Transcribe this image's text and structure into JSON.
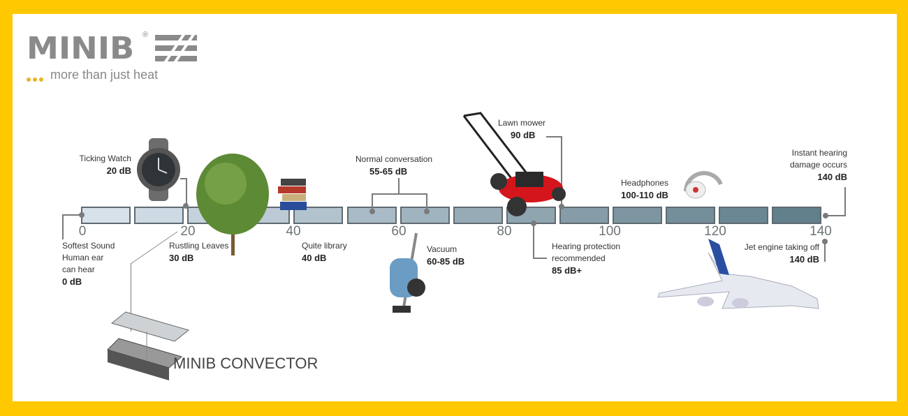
{
  "brand": {
    "name": "MINIB",
    "registered": "®",
    "tagline": "more than just heat"
  },
  "scale": {
    "ticks": [
      "0",
      "20",
      "40",
      "60",
      "80",
      "100",
      "120",
      "140"
    ],
    "segments": 14,
    "min_db": 0,
    "max_db": 140
  },
  "colors": {
    "frame": "#FFC800",
    "segment_light": "#d6e1ea",
    "segment_dark": "#627f8c"
  },
  "annotations": {
    "softest": {
      "title": "Softest Sound",
      "line2": "Human ear",
      "line3": "can hear",
      "value": "0 dB"
    },
    "watch": {
      "title": "Ticking Watch",
      "value": "20 dB"
    },
    "leaves": {
      "title": "Rustling Leaves",
      "value": "30 dB"
    },
    "library": {
      "title": "Quite library",
      "value": "40 dB"
    },
    "conversation": {
      "title": "Normal conversation",
      "value": "55-65 dB"
    },
    "vacuum": {
      "title": "Vacuum",
      "value": "60-85 dB"
    },
    "mower": {
      "title": "Lawn mower",
      "value": "90 dB"
    },
    "protection": {
      "title": "Hearing protection",
      "line2": "recommended",
      "value": "85 dB+"
    },
    "headphones": {
      "title": "Headphones",
      "value": "100-110 dB"
    },
    "instant": {
      "title": "Instant hearing",
      "line2": "damage occurs",
      "value": "140 dB"
    },
    "jet": {
      "title": "Jet engine taking off",
      "value": "140 dB"
    }
  },
  "product": {
    "label": "MINIB CONVECTOR"
  }
}
